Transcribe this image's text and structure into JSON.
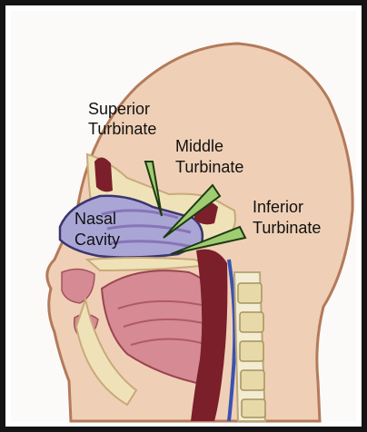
{
  "labels": {
    "superior_line1": "Superior",
    "superior_line2": "Turbinate",
    "middle_line1": "Middle",
    "middle_line2": "Turbinate",
    "inferior_line1": "Inferior",
    "inferior_line2": "Turbinate",
    "nasal_line1": "Nasal",
    "nasal_line2": "Cavity"
  },
  "colors": {
    "frame": "#141414",
    "skin": "#efd0b6",
    "skin_outline": "#b47a5a",
    "bone": "#efe2b8",
    "nasal_cavity": "#a9a6d6",
    "mucosa": "#d58a94",
    "throat": "#7b1f2a",
    "pointer": "#9fcc70",
    "pointer_outline": "#1d3a12",
    "spine": "#f2ecd2"
  }
}
